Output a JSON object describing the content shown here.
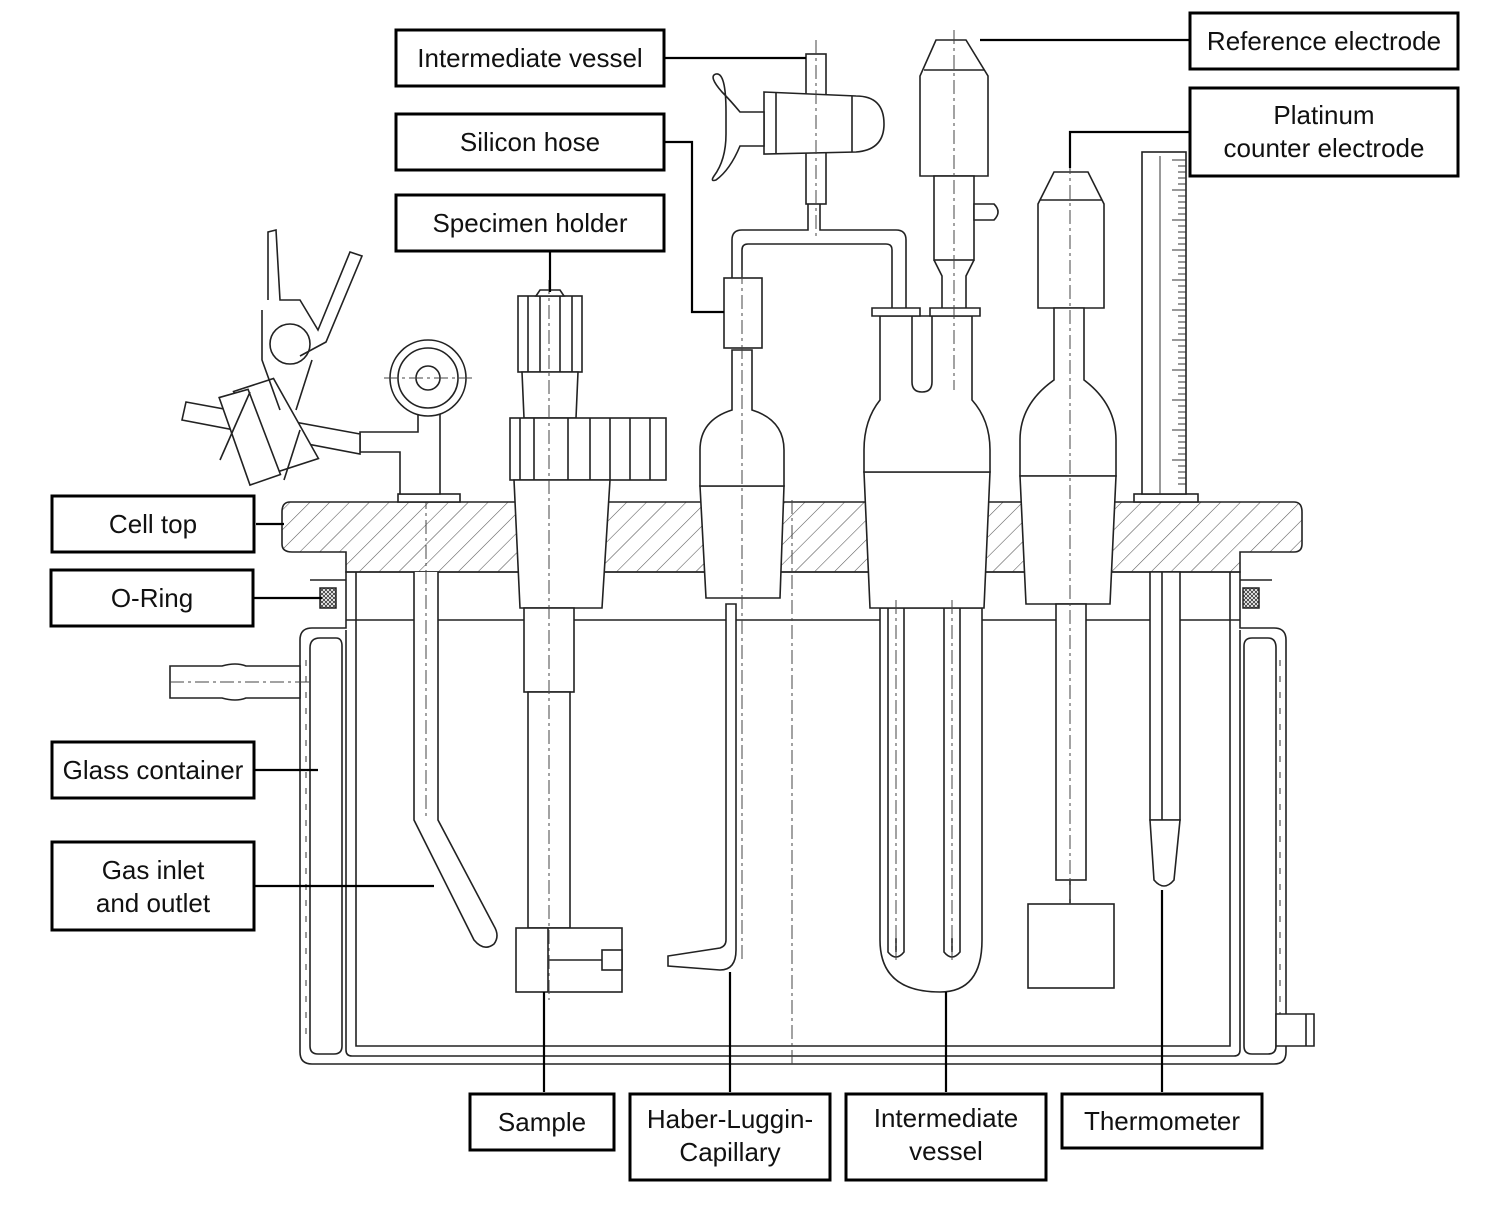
{
  "labels": {
    "intermediate_vessel_top": "Intermediate vessel",
    "silicon_hose": "Silicon hose",
    "specimen_holder": "Specimen holder",
    "reference_electrode": "Reference electrode",
    "platinum_counter_electrode": [
      "Platinum",
      "counter electrode"
    ],
    "cell_top": "Cell top",
    "o_ring": "O-Ring",
    "glass_container": "Glass container",
    "gas_inlet_outlet": [
      "Gas inlet",
      "and outlet"
    ],
    "sample": "Sample",
    "haber_luggin_capillary": [
      "Haber-Luggin-",
      "Capillary"
    ],
    "intermediate_vessel_bottom": [
      "Intermediate",
      "vessel"
    ],
    "thermometer": "Thermometer"
  },
  "colors": {
    "line": "#222222",
    "box_border": "#000000",
    "background": "#ffffff"
  }
}
